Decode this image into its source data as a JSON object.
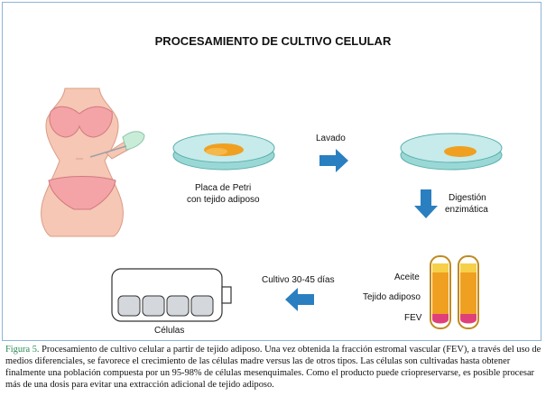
{
  "diagram": {
    "title": "PROCESAMIENTO DE CULTIVO CELULAR",
    "petri_label_line1": "Placa de Petri",
    "petri_label_line2": "con tejido adiposo",
    "step_wash": "Lavado",
    "step_digestion_line1": "Digestión",
    "step_digestion_line2": "enzimática",
    "tube_layers": [
      "Aceite",
      "Tejido adiposo",
      "FEV"
    ],
    "step_culture": "Cultivo 30-45 días",
    "cells_label": "Células",
    "colors": {
      "arrow": "#2a7fc0",
      "petri": "#9ad8d6",
      "tissue": "#f0a020",
      "skin": "#f6c7b4",
      "bikini": "#f4a3a6",
      "glove": "#c8ecd8",
      "fev": "#e0407a",
      "caption_figure": "#2e8b57"
    },
    "icons": [
      "body-icon",
      "petri-dish-icon",
      "arrow-right-icon",
      "arrow-down-icon",
      "test-tube-icon",
      "arrow-left-icon",
      "cell-container-icon"
    ]
  },
  "caption": {
    "figure_label": "Figura 5.",
    "text": " Procesamiento de cultivo celular a partir de tejido adiposo. Una vez obtenida la fracción estromal vascular (FEV), a través del uso de medios diferenciales, se favorece el crecimiento de las células madre versus las de otros tipos. Las células son cultivadas hasta obtener finalmente una población compuesta por un 95-98% de células mesenquimales. Como el producto puede criopreservarse, es posible procesar más de una dosis para evitar una extracción adicional de tejido adiposo."
  }
}
